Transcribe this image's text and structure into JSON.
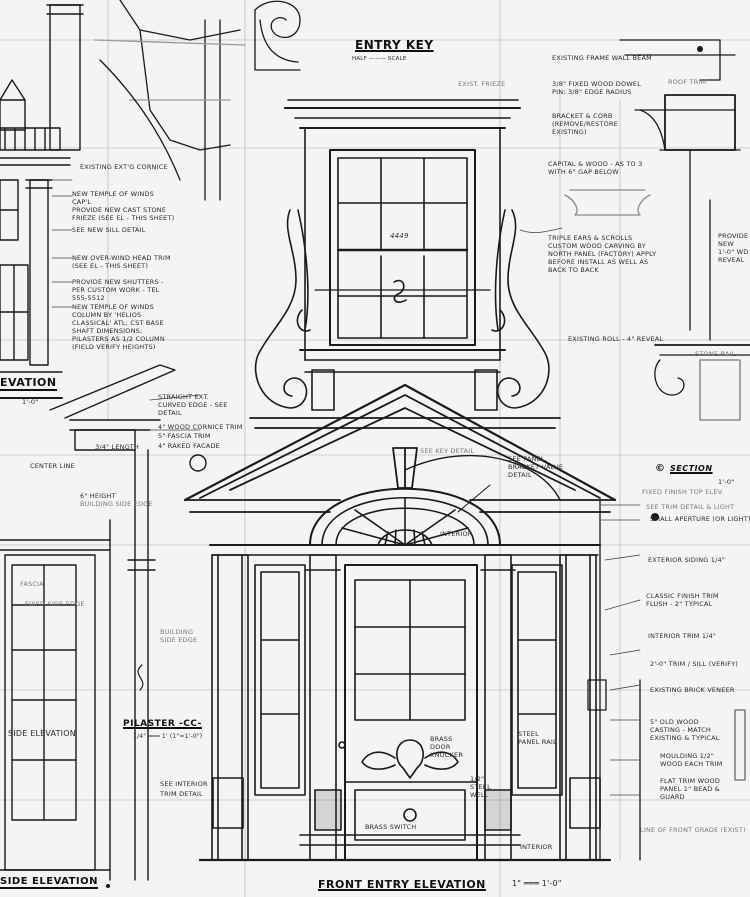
{
  "sheet": {
    "title": "Front Entry Elevation drawing sheet",
    "background": "#f4f4f2",
    "ink": "#1a1a1a"
  },
  "titles": {
    "entry_key": "ENTRY KEY",
    "entry_key_scale": "HALF ——— SCALE",
    "front_entry_elevation": "FRONT ENTRY ELEVATION",
    "front_entry_scale": "1\" ═══ 1'-0\"",
    "side_elevation": "SIDE ELEVATION",
    "elevation_left": "EVATION",
    "elevation_left_scale": "1'-0\"",
    "pilaster": "PILASTER -CC-",
    "pilaster_scale": "1/4\" ═══ 1' (1\"=1'-0\")",
    "section_mark": "SECTION",
    "section_mark_symbol": "©",
    "section_scale": "1'-0\"",
    "window_number": "4449"
  },
  "notes_left": [
    "EXISTING EXT'G CORNICE",
    "NEW TEMPLE OF WINDS CAP'L",
    "PROVIDE NEW CAST STONE FRIEZE (SEE EL - THIS SHEET)",
    "SEE NEW SILL DETAIL",
    "NEW OVER-WIND HEAD TRIM (SEE EL - THIS SHEET)",
    "PROVIDE NEW SHUTTERS - PER CUSTOM WORK - TEL 555-5512",
    "NEW TEMPLE OF WINDS COLUMN BY 'HELIOS CLASSICAL' ATL; CST BASE SHAFT DIMENSIONS; PILASTERS AS 1/2 COLUMN (FIELD VERIFY HEIGHTS)"
  ],
  "notes_mid_left": [
    "STRAIGHT EXT. CURVED EDGE - SEE DETAIL",
    "4\" WOOD CORNICE TRIM",
    "5\" FASCIA TRIM",
    "4\" RAKED FACADE",
    "3/4\" LENGTH",
    "6\" HEIGHT",
    "CENTER LINE",
    "BUILDING SIDE EDGE"
  ],
  "notes_top_right": [
    "EXISTING FRAME WALL BEAM",
    "3/8\" FIXED WOOD DOWEL PIN; 3/8\" EDGE RADIUS",
    "EXIST. FRIEZE",
    "ROOF TRIM",
    "BRACKET & CORB (REMOVE/RESTORE EXISTING)",
    "CAPITAL & WOOD - AS TO 3 WITH 6\" GAP BELOW",
    "TRIPLE EARS & SCROLLS CUSTOM WOOD CARVING BY NORTH PANEL (FACTORY) APPLY BEFORE INSTALL AS WELL AS BACK TO BACK",
    "PROVIDE NEW 1'-0\" WD REVEAL",
    "STONE RAIL",
    "EXISTING ROLL - 4\" REVEAL"
  ],
  "notes_arch": [
    "SEE KEY DETAIL",
    "SEE PANEL, BRACKET VALUE DETAIL",
    "INTERIOR"
  ],
  "notes_right": [
    "FIXED FINISH TOP ELEV.",
    "SEE TRIM DETAIL & LIGHT",
    "SMALL APERTURE (OR LIGHT)",
    "EXTERIOR SIDING 1/4\"",
    "CLASSIC FINISH TRIM FLUSH - 2\" TYPICAL",
    "INTERIOR TRIM 1/4\"",
    "2'-0\" TRIM / SILL (VERIFY)",
    "EXISTING BRICK VENEER",
    "5\" OLD WOOD CASTING - MATCH EXISTING & TYPICAL",
    "MOULDING 1/2\" WOOD EACH TRIM",
    "FLAT TRIM WOOD PANEL 1\" BEAD & GUARD",
    "LINE OF FRONT GRADE (EXIST)"
  ],
  "notes_door": [
    "BRASS DOOR KNOCKER",
    "STEEL PANEL RAIL",
    "1/2\" STEEL WELL",
    "BRASS SWITCH",
    "INTERIOR"
  ],
  "notes_side": [
    "SIDE ELEVATION",
    "FASCIA",
    "FIXED SIDE EDGE",
    "BUILDING SIDE EDGE",
    "SEE INTERIOR",
    "TRIM DETAIL"
  ]
}
